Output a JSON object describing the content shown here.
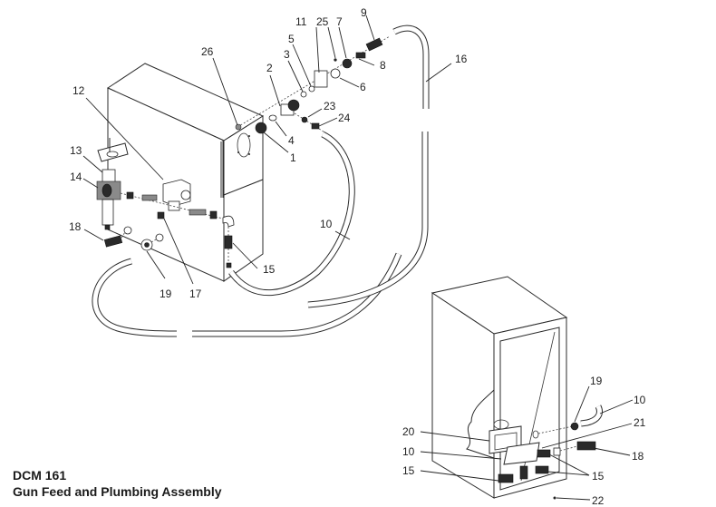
{
  "title": {
    "model": "DCM 161",
    "subtitle": "Gun Feed and Plumbing Assembly"
  },
  "callouts": {
    "c1": "1",
    "c2": "2",
    "c3": "3",
    "c4": "4",
    "c5": "5",
    "c6": "6",
    "c7": "7",
    "c8": "8",
    "c9": "9",
    "c10_main": "10",
    "c10_inset_a": "10",
    "c10_inset_b": "10",
    "c11": "11",
    "c12": "12",
    "c13": "13",
    "c14": "14",
    "c15_main": "15",
    "c15_inset_a": "15",
    "c15_inset_b": "15",
    "c16": "16",
    "c17": "17",
    "c18_main": "18",
    "c18_inset": "18",
    "c19_main": "19",
    "c19_inset": "19",
    "c20": "20",
    "c21": "21",
    "c22": "22",
    "c23": "23",
    "c24": "24",
    "c25": "25",
    "c26": "26"
  },
  "colors": {
    "line": "#2b2b2b",
    "part_dark": "#2a2a2a",
    "text": "#222222",
    "background": "#ffffff"
  }
}
